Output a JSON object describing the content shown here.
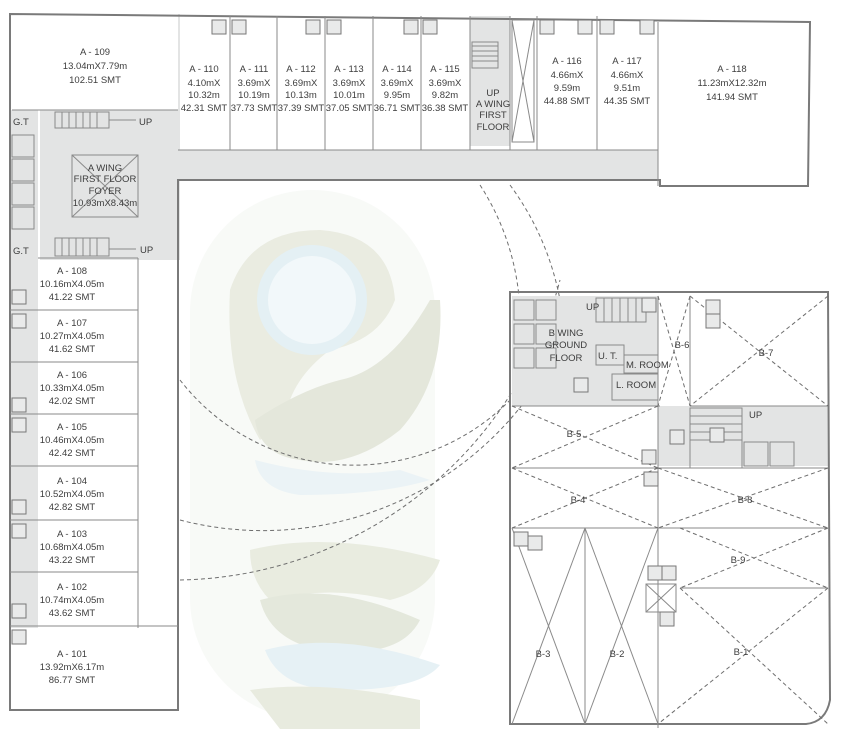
{
  "wing_a": {
    "top_units": [
      {
        "id": "A - 110",
        "dim1": "4.10mX",
        "dim2": "10.32m",
        "area": "42.31 SMT"
      },
      {
        "id": "A - 111",
        "dim1": "3.69mX",
        "dim2": "10.19m",
        "area": "37.73 SMT"
      },
      {
        "id": "A - 112",
        "dim1": "3.69mX",
        "dim2": "10.13m",
        "area": "37.39 SMT"
      },
      {
        "id": "A - 113",
        "dim1": "3.69mX",
        "dim2": "10.01m",
        "area": "37.05 SMT"
      },
      {
        "id": "A - 114",
        "dim1": "3.69mX",
        "dim2": "9.95m",
        "area": "36.71 SMT"
      },
      {
        "id": "A - 115",
        "dim1": "3.69mX",
        "dim2": "9.82m",
        "area": "36.38 SMT"
      },
      {
        "id": "A - 116",
        "dim1": "4.66mX",
        "dim2": "9.59m",
        "area": "44.88 SMT"
      },
      {
        "id": "A - 117",
        "dim1": "4.66mX",
        "dim2": "9.51m",
        "area": "44.35 SMT"
      }
    ],
    "corner_unit": {
      "id": "A - 109",
      "dim": "13.04mX7.79m",
      "area": "102.51 SMT"
    },
    "end_unit": {
      "id": "A - 118",
      "dim": "11.23mX12.32m",
      "area": "141.94 SMT"
    },
    "side_units": [
      {
        "id": "A - 108",
        "dim": "10.16mX4.05m",
        "area": "41.22 SMT"
      },
      {
        "id": "A - 107",
        "dim": "10.27mX4.05m",
        "area": "41.62 SMT"
      },
      {
        "id": "A - 106",
        "dim": "10.33mX4.05m",
        "area": "42.02 SMT"
      },
      {
        "id": "A - 105",
        "dim": "10.46mX4.05m",
        "area": "42.42 SMT"
      },
      {
        "id": "A - 104",
        "dim": "10.52mX4.05m",
        "area": "42.82 SMT"
      },
      {
        "id": "A - 103",
        "dim": "10.68mX4.05m",
        "area": "43.22 SMT"
      },
      {
        "id": "A - 102",
        "dim": "10.74mX4.05m",
        "area": "43.62 SMT"
      }
    ],
    "bottom_unit": {
      "id": "A - 101",
      "dim": "13.92mX6.17m",
      "area": "86.77 SMT"
    },
    "foyer": {
      "line1": "A WING",
      "line2": "FIRST FLOOR",
      "line3": "FOYER",
      "dim": "10.93mX8.43m"
    },
    "stair_up_label": "UP",
    "stair_block": {
      "line1": "UP",
      "line2": "A WING",
      "line3": "FIRST",
      "line4": "FLOOR"
    },
    "lift_label": "G.T"
  },
  "wing_b": {
    "ground": {
      "line1": "B WING",
      "line2": "GROUND",
      "line3": "FLOOR"
    },
    "rooms": {
      "ut": "U. T.",
      "m_room": "M. ROOM",
      "l_room": "L. ROOM"
    },
    "up_label": "UP",
    "shops": [
      "B-1",
      "B-2",
      "B-3",
      "B-4",
      "B-5",
      "B-6",
      "B-7",
      "B-8",
      "B-9"
    ]
  }
}
